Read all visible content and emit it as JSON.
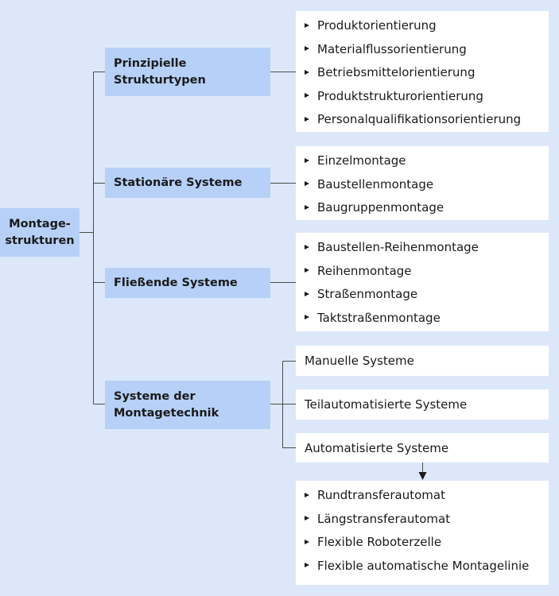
{
  "root": {
    "line1": "Montage-",
    "line2": "strukturen"
  },
  "categories": [
    {
      "line1": "Prinzipielle",
      "line2": "Strukturtypen",
      "items": [
        "Produktorientierung",
        "Materialflussorientierung",
        "Betriebsmittelorientierung",
        "Produktstrukturorientierung",
        "Personalqualifikationsorientierung"
      ]
    },
    {
      "line1": "Stationäre Systeme",
      "items": [
        "Einzelmontage",
        "Baustellenmontage",
        "Baugruppenmontage"
      ]
    },
    {
      "line1": "Fließende Systeme",
      "items": [
        "Baustellen-Reihenmontage",
        "Reihenmontage",
        "Straßenmontage",
        "Taktstraßenmontage"
      ]
    },
    {
      "line1": "Systeme der",
      "line2": "Montagetechnik",
      "subsystems": [
        "Manuelle Systeme",
        "Teilautomatisierte Systeme",
        "Automatisierte Systeme"
      ],
      "automated_types": [
        "Rundtransferautomat",
        "Längstransferautomat",
        "Flexible Roboterzelle",
        "Flexible automatische Montagelinie"
      ]
    }
  ]
}
